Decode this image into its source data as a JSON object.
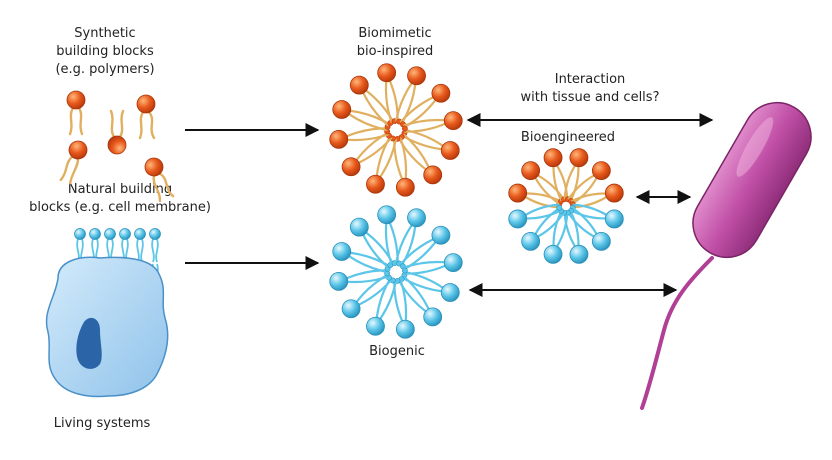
{
  "labels": {
    "synthetic_line1": "Synthetic",
    "synthetic_line2": "building blocks",
    "synthetic_line3": "(e.g. polymers)",
    "natural_line1": "Natural building",
    "natural_line2": "blocks (e.g. cell membrane)",
    "living_systems": "Living systems",
    "biomimetic_line1": "Biomimetic",
    "biomimetic_line2": "bio-inspired",
    "biogenic": "Biogenic",
    "bioengineered": "Bioengineered",
    "interaction_line1": "Interaction",
    "interaction_line2": "with tissue and cells?"
  },
  "colors": {
    "orange_head": "#e8591c",
    "orange_tail": "#e0b060",
    "blue_head": "#5cc6e8",
    "blue_tail": "#5cc6e8",
    "cell_body": "#aed6f3",
    "nucleus": "#2c64a8",
    "bacterium": "#c04fa6",
    "arrow": "#111111"
  },
  "icons": {
    "synthetic_monomer": "lipid-molecule-icon",
    "phospholipid": "phospholipid-icon",
    "micelle": "micelle-icon",
    "living_cell": "cell-icon",
    "bacterium": "bacterium-icon"
  }
}
